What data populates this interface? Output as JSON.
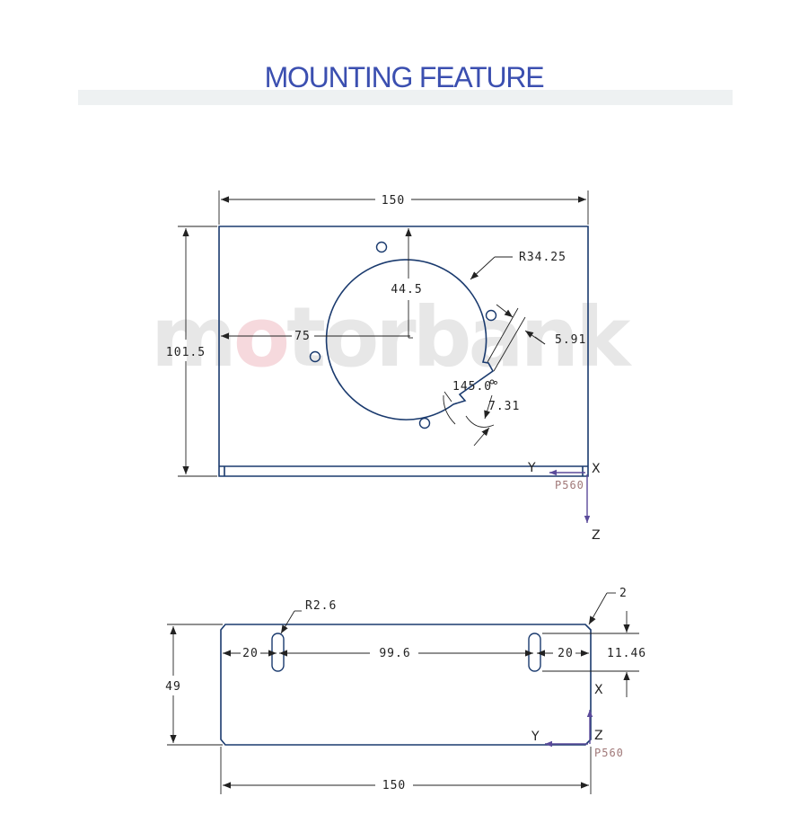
{
  "header": {
    "title": "MOUNTING FEATURE"
  },
  "watermark": {
    "part1": "m",
    "part2": "o",
    "part3": "torbank"
  },
  "colors": {
    "title": "#3b4fb0",
    "part_outline": "#1a3a6e",
    "dimension": "#222222",
    "axis_arrow": "#5a4a9a",
    "point_label": "#a07878"
  },
  "top_view": {
    "dims": {
      "width": "150",
      "height": "101.5",
      "hole_offset_x": "75",
      "hole_offset_y": "44.5",
      "radius": "R34.25",
      "notch_width": "5.91",
      "angle": "145.0°",
      "notch_depth": "7.31"
    },
    "axes": {
      "x": "X",
      "y": "Y",
      "z": "Z"
    },
    "point": "P560"
  },
  "side_view": {
    "dims": {
      "slot_radius": "R2.6",
      "corner": "2",
      "slot_offset_left": "20",
      "slot_spacing": "99.6",
      "slot_offset_right": "20",
      "slot_height": "11.46",
      "height": "49",
      "width": "150"
    },
    "axes": {
      "x": "X",
      "y": "Y",
      "z": "Z"
    },
    "point": "P560"
  }
}
